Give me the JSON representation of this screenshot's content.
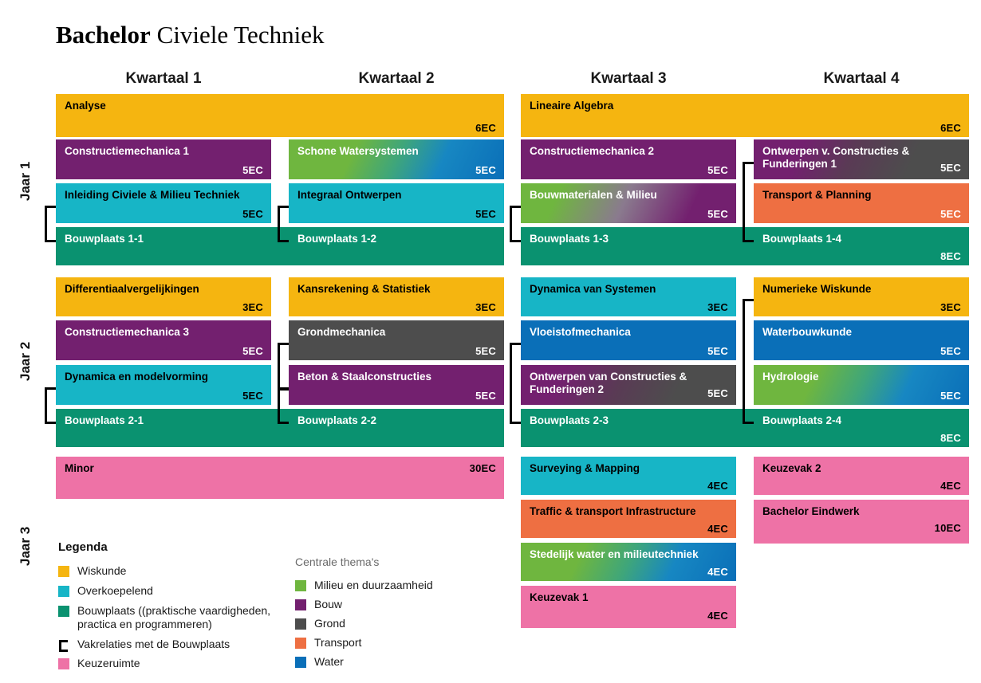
{
  "page": {
    "title_strong": "Bachelor",
    "title_light": "Civiele Techniek"
  },
  "colors": {
    "wiskunde": "#F5B510",
    "overkoepelend": "#17B5C6",
    "bouwplaats": "#0A9270",
    "keuzeruimte": "#EE72A6",
    "milieu": "#6FB63F",
    "bouw": "#73206F",
    "grond": "#4D4D4D",
    "transport": "#EE6F42",
    "water": "#0A6FB8"
  },
  "quarters": [
    {
      "label": "Kwartaal 1"
    },
    {
      "label": "Kwartaal 2"
    },
    {
      "label": "Kwartaal 3"
    },
    {
      "label": "Kwartaal 4"
    }
  ],
  "years": [
    {
      "label": "Jaar 1"
    },
    {
      "label": "Jaar 2"
    },
    {
      "label": "Jaar 3"
    }
  ],
  "courses": {
    "y1_analyse": {
      "name": "Analyse",
      "ec": "6EC"
    },
    "y1_lineaire": {
      "name": "Lineaire Algebra",
      "ec": "6EC"
    },
    "y1_cm1": {
      "name": "Constructiemechanica 1",
      "ec": "5EC"
    },
    "y1_schone": {
      "name": "Schone Watersystemen",
      "ec": "5EC"
    },
    "y1_cm2": {
      "name": "Constructiemechanica 2",
      "ec": "5EC"
    },
    "y1_ovcf1": {
      "name": "Ontwerpen v. Constructies & Funderingen 1",
      "ec": "5EC"
    },
    "y1_inleiding": {
      "name": "Inleiding Civiele & Milieu Techniek",
      "ec": "5EC"
    },
    "y1_integraal": {
      "name": "Integraal Ontwerpen",
      "ec": "5EC"
    },
    "y1_bouwmat": {
      "name": "Bouwmaterialen & Milieu",
      "ec": "5EC"
    },
    "y1_transport": {
      "name": "Transport & Planning",
      "ec": "5EC"
    },
    "y1_bp11": {
      "name": "Bouwplaats 1-1",
      "ec": ""
    },
    "y1_bp12": {
      "name": "Bouwplaats 1-2",
      "ec": ""
    },
    "y1_bp13": {
      "name": "Bouwplaats 1-3",
      "ec": ""
    },
    "y1_bp14": {
      "name": "Bouwplaats 1-4",
      "ec": "8EC"
    },
    "y2_diffvgl": {
      "name": "Differentiaalvergelijkingen",
      "ec": "3EC"
    },
    "y2_kansrek": {
      "name": "Kansrekening & Statistiek",
      "ec": "3EC"
    },
    "y2_dynsys": {
      "name": "Dynamica van Systemen",
      "ec": "3EC"
    },
    "y2_numwis": {
      "name": "Numerieke Wiskunde",
      "ec": "3EC"
    },
    "y2_cm3": {
      "name": "Constructiemechanica 3",
      "ec": "5EC"
    },
    "y2_grondmech": {
      "name": "Grondmechanica",
      "ec": "5EC"
    },
    "y2_vloeistof": {
      "name": "Vloeistofmechanica",
      "ec": "5EC"
    },
    "y2_waterbouw": {
      "name": "Waterbouwkunde",
      "ec": "5EC"
    },
    "y2_dynmodel": {
      "name": "Dynamica en modelvorming",
      "ec": "5EC"
    },
    "y2_betonstaal": {
      "name": "Beton & Staalconstructies",
      "ec": "5EC"
    },
    "y2_ovcf2": {
      "name": "Ontwerpen van Constructies & Funderingen 2",
      "ec": "5EC"
    },
    "y2_hydrologie": {
      "name": "Hydrologie",
      "ec": "5EC"
    },
    "y2_bp21": {
      "name": "Bouwplaats 2-1",
      "ec": ""
    },
    "y2_bp22": {
      "name": "Bouwplaats 2-2",
      "ec": ""
    },
    "y2_bp23": {
      "name": "Bouwplaats 2-3",
      "ec": ""
    },
    "y2_bp24": {
      "name": "Bouwplaats 2-4",
      "ec": "8EC"
    },
    "y3_minor": {
      "name": "Minor",
      "ec": "30EC"
    },
    "y3_surveying": {
      "name": "Surveying & Mapping",
      "ec": "4EC"
    },
    "y3_keuzevak2": {
      "name": "Keuzevak 2",
      "ec": "4EC"
    },
    "y3_traffic": {
      "name": "Traffic & transport Infrastructure",
      "ec": "4EC"
    },
    "y3_eindwerk": {
      "name": "Bachelor Eindwerk",
      "ec": "10EC"
    },
    "y3_stedelijk": {
      "name": "Stedelijk water en milieutechniek",
      "ec": "4EC"
    },
    "y3_keuzevak1": {
      "name": "Keuzevak 1",
      "ec": "4EC"
    }
  },
  "legend": {
    "title": "Legenda",
    "items": [
      {
        "label": "Wiskunde"
      },
      {
        "label": "Overkoepelend"
      },
      {
        "label": "Bouwplaats ((praktische vaardigheden,"
      },
      {
        "label": "practica en programmeren)"
      },
      {
        "label": "Vakrelaties met de Bouwplaats"
      },
      {
        "label": "Keuzeruimte"
      }
    ]
  },
  "themes": {
    "title": "Centrale thema's",
    "items": [
      {
        "label": "Milieu en duurzaamheid"
      },
      {
        "label": "Bouw"
      },
      {
        "label": "Grond"
      },
      {
        "label": "Transport"
      },
      {
        "label": "Water"
      }
    ]
  }
}
